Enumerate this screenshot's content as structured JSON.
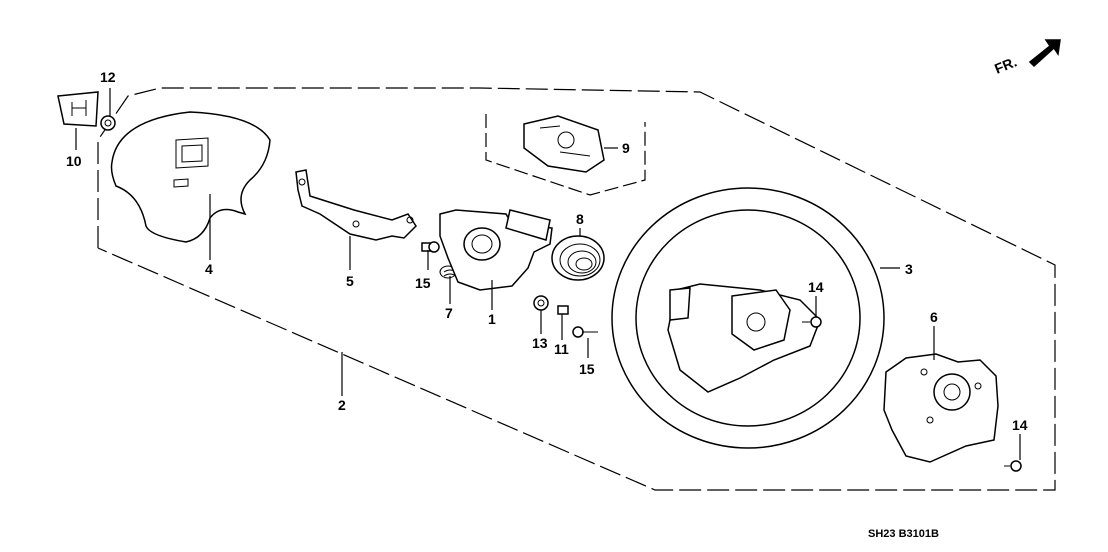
{
  "direction_indicator": {
    "label": "FR."
  },
  "callouts": [
    {
      "id": "c1",
      "text": "1"
    },
    {
      "id": "c2",
      "text": "2"
    },
    {
      "id": "c3",
      "text": "3"
    },
    {
      "id": "c4",
      "text": "4"
    },
    {
      "id": "c5",
      "text": "5"
    },
    {
      "id": "c6",
      "text": "6"
    },
    {
      "id": "c7",
      "text": "7"
    },
    {
      "id": "c8",
      "text": "8"
    },
    {
      "id": "c9",
      "text": "9"
    },
    {
      "id": "c10",
      "text": "10"
    },
    {
      "id": "c11",
      "text": "11"
    },
    {
      "id": "c12",
      "text": "12"
    },
    {
      "id": "c13",
      "text": "13"
    },
    {
      "id": "c14a",
      "text": "14"
    },
    {
      "id": "c14b",
      "text": "14"
    },
    {
      "id": "c15a",
      "text": "15"
    },
    {
      "id": "c15b",
      "text": "15"
    }
  ],
  "diagram_code": "SH23  B3101B",
  "colors": {
    "ink": "#000000",
    "paper": "#ffffff"
  }
}
